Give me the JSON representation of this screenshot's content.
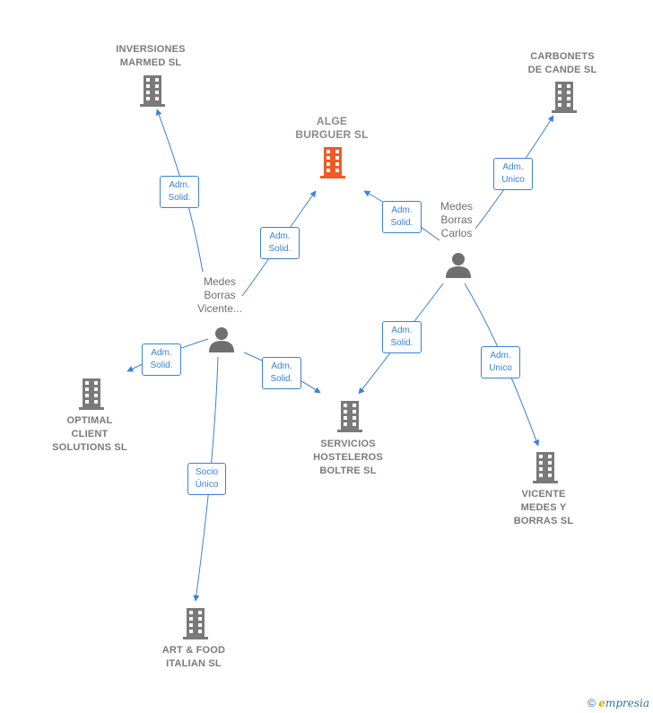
{
  "companies": {
    "inversiones": {
      "name": "INVERSIONES\nMARMED SL"
    },
    "alge": {
      "name": "ALGE\nBURGUER SL"
    },
    "carbonets": {
      "name": "CARBONETS\nDE CANDE SL"
    },
    "optimal": {
      "name": "OPTIMAL\nCLIENT\nSOLUTIONS SL"
    },
    "servicios": {
      "name": "SERVICIOS\nHOSTELEROS\nBOLTRE SL"
    },
    "vicente_medes": {
      "name": "VICENTE\nMEDES Y\nBORRAS SL"
    },
    "artfood": {
      "name": "ART & FOOD\nITALIAN SL"
    }
  },
  "persons": {
    "vicente": {
      "name": "Medes\nBorras\nVicente..."
    },
    "carlos": {
      "name": "Medes\nBorras\nCarlos"
    }
  },
  "relations": {
    "v_inversiones": "Adm.\nSolid.",
    "v_alge": "Adm.\nSolid.",
    "v_optimal": "Adm.\nSolid.",
    "v_servicios": "Adm.\nSolid.",
    "v_artfood": "Socio\nÚnico",
    "c_alge": "Adm.\nSolid.",
    "c_carbonets": "Adm.\nUnico",
    "c_servicios": "Adm.\nSolid.",
    "c_vicente_medes": "Adm.\nUnico"
  },
  "colors": {
    "edge": "#3b82d6",
    "building": "#7a7a7a",
    "building_main": "#f05a28",
    "person": "#6f6f6f"
  },
  "footer": {
    "copyright": "©",
    "brand_e": "e",
    "brand_rest": "mpresia"
  }
}
